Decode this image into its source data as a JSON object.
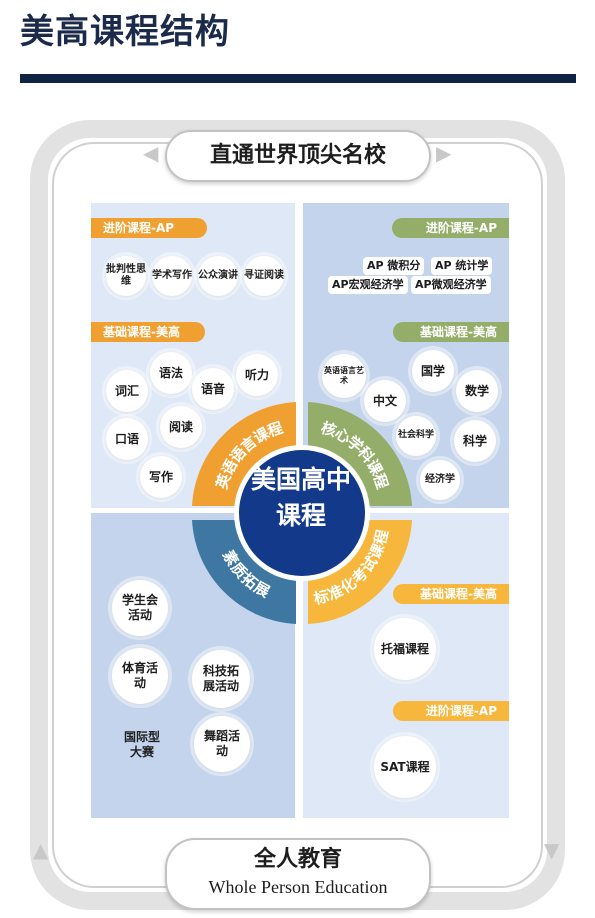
{
  "title": "美高课程结构",
  "top_label": "直通世界顶尖名校",
  "bottom_label": {
    "zh": "全人教育",
    "en": "Whole Person Education"
  },
  "center": {
    "line1": "美国高中",
    "line2": "课程"
  },
  "colors": {
    "orange": "#f0a030",
    "green": "#94ae6a",
    "blue": "#3e78a2",
    "yellow": "#f6b73c",
    "navy": "#13398b"
  },
  "segments": {
    "english": "英语语言课程",
    "core": "核心学科课程",
    "quality": "素质拓展",
    "standard": "标准化考试课程"
  },
  "tl": {
    "tag_ap": "进阶课程-AP",
    "tag_base": "基础课程-美高",
    "ap_bubbles": [
      "批判性思维",
      "学术写作",
      "公众演讲",
      "寻证阅读"
    ],
    "base_bubbles": [
      "词汇",
      "语法",
      "语音",
      "听力",
      "口语",
      "阅读",
      "写作"
    ]
  },
  "tr": {
    "tag_ap": "进阶课程-AP",
    "tag_base": "基础课程-美高",
    "ap_items": [
      "AP 微积分",
      "AP 统计学",
      "AP宏观经济学",
      "AP微观经济学"
    ],
    "base_bubbles": [
      "英语语言艺术",
      "国学",
      "中文",
      "数学",
      "社会科学",
      "科学",
      "经济学"
    ]
  },
  "bl": {
    "bubbles": [
      "学生会活动",
      "体育活动",
      "科技拓展活动",
      "舞蹈活动"
    ],
    "plain": "国际型大赛"
  },
  "br": {
    "tag_base": "基础课程-美高",
    "tag_ap": "进阶课程-AP",
    "bubbles": [
      "托福课程",
      "SAT课程"
    ]
  }
}
